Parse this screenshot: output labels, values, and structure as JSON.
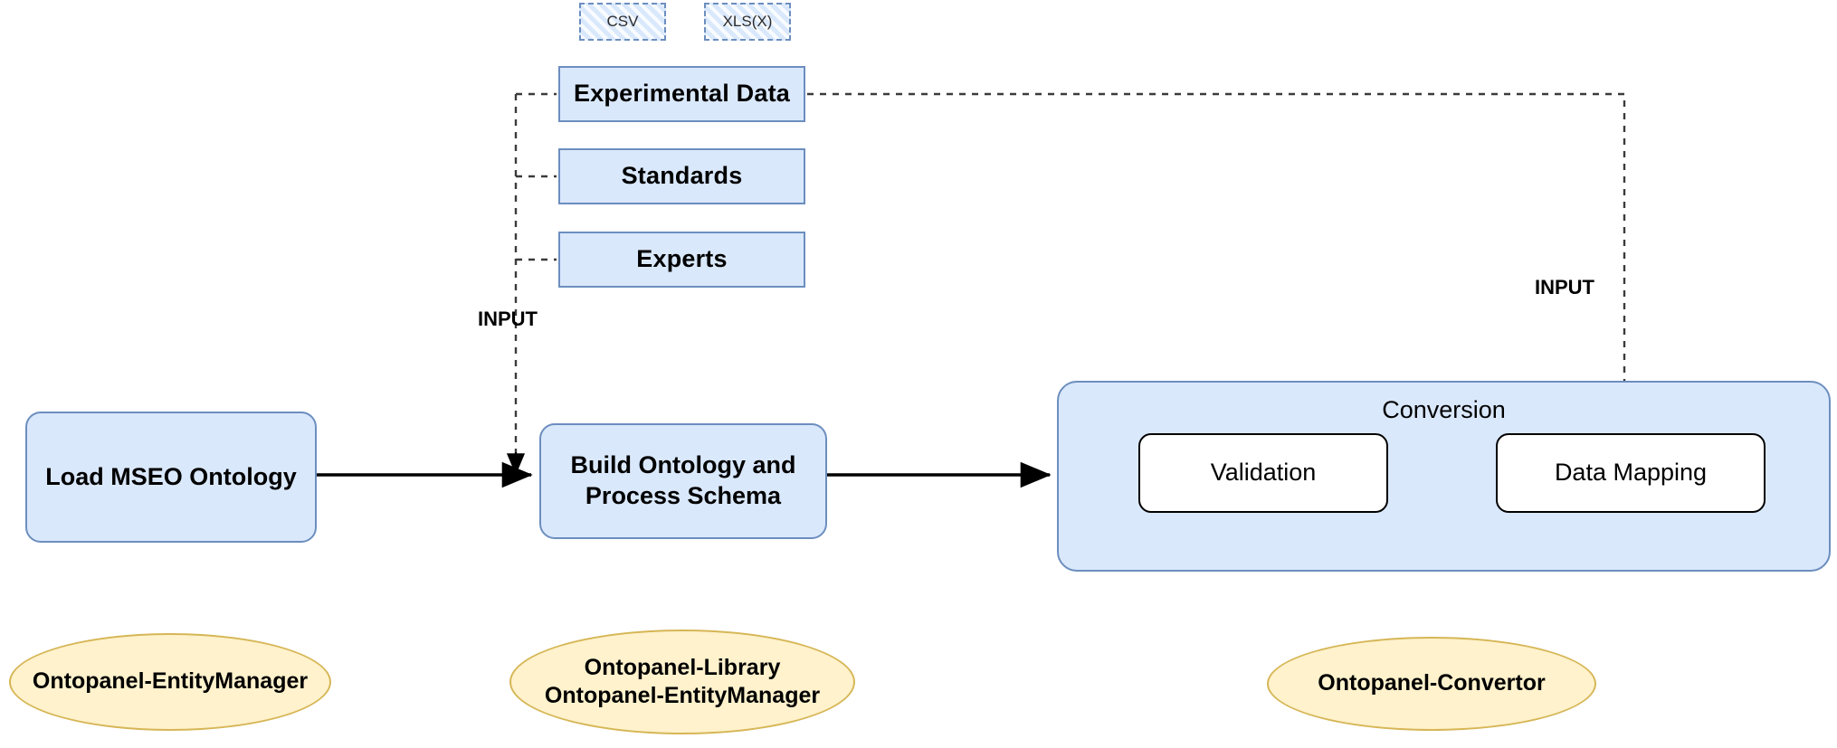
{
  "diagram": {
    "title": "Ontopanel workflow",
    "colors": {
      "blue_fill": "#dae8fc",
      "blue_stroke": "#6c8ebf",
      "yellow_fill": "#fff2cc",
      "yellow_stroke": "#d6b656",
      "white_fill": "#ffffff",
      "black_stroke": "#000000"
    },
    "file_chips": [
      {
        "label": "CSV"
      },
      {
        "label": "XLS(X)"
      }
    ],
    "sources": [
      {
        "label": "Experimental Data"
      },
      {
        "label": "Standards"
      },
      {
        "label": "Experts"
      }
    ],
    "processes": [
      {
        "label": "Load MSEO Ontology"
      },
      {
        "label": "Build Ontology and\nProcess Schema"
      }
    ],
    "container": {
      "title": "Conversion",
      "steps": [
        {
          "label": "Validation"
        },
        {
          "label": "Data Mapping"
        }
      ]
    },
    "edge_labels": [
      {
        "label": "INPUT"
      },
      {
        "label": "INPUT"
      }
    ],
    "components": [
      {
        "label": "Ontopanel-EntityManager"
      },
      {
        "line1": "Ontopanel-Library",
        "line2": "Ontopanel-EntityManager"
      },
      {
        "label": "Ontopanel-Convertor"
      }
    ]
  }
}
